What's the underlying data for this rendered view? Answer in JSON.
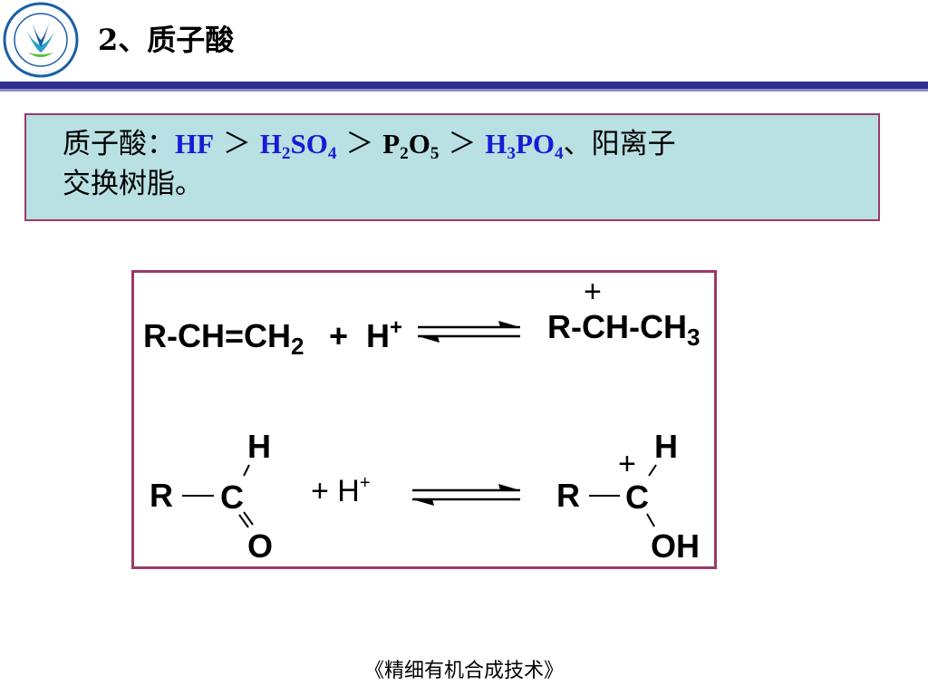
{
  "header": {
    "logo": {
      "icon": "university-seal-icon",
      "colors": [
        "#1b5fa8",
        "#2aa0c8",
        "#5cbf3a"
      ]
    },
    "title": "2、质子酸"
  },
  "callout": {
    "label": "质子酸：",
    "acids": [
      {
        "text": "HF",
        "color": "#1a1ad6"
      },
      {
        "text": "H₂SO₄",
        "color": "#1a1ad6"
      },
      {
        "text": "P₂O₅",
        "color": "#000000"
      },
      {
        "text": "H₃PO₄",
        "color": "#1a1ad6"
      }
    ],
    "separator": "＞",
    "tail_first_line": "、阳离子",
    "tail_second_line": "交换树脂。"
  },
  "reactions": [
    {
      "reactant": "R-CH=CH2",
      "reagent": "H+",
      "product": "R-CH-CH3",
      "product_charge": "+"
    },
    {
      "reactant_groups": {
        "r": "R",
        "c": "C",
        "h": "H",
        "o": "O"
      },
      "reagent": "+ H+",
      "product_groups": {
        "r": "R",
        "c": "C",
        "h": "H",
        "oh": "OH",
        "charge": "+"
      }
    }
  ],
  "footer": {
    "text": "《精细有机合成技术》"
  },
  "colors": {
    "accent": "#2e3192",
    "border": "#9b3a6b",
    "callout_bg": "#b9e0e2",
    "blue_text": "#1a1ad6"
  }
}
